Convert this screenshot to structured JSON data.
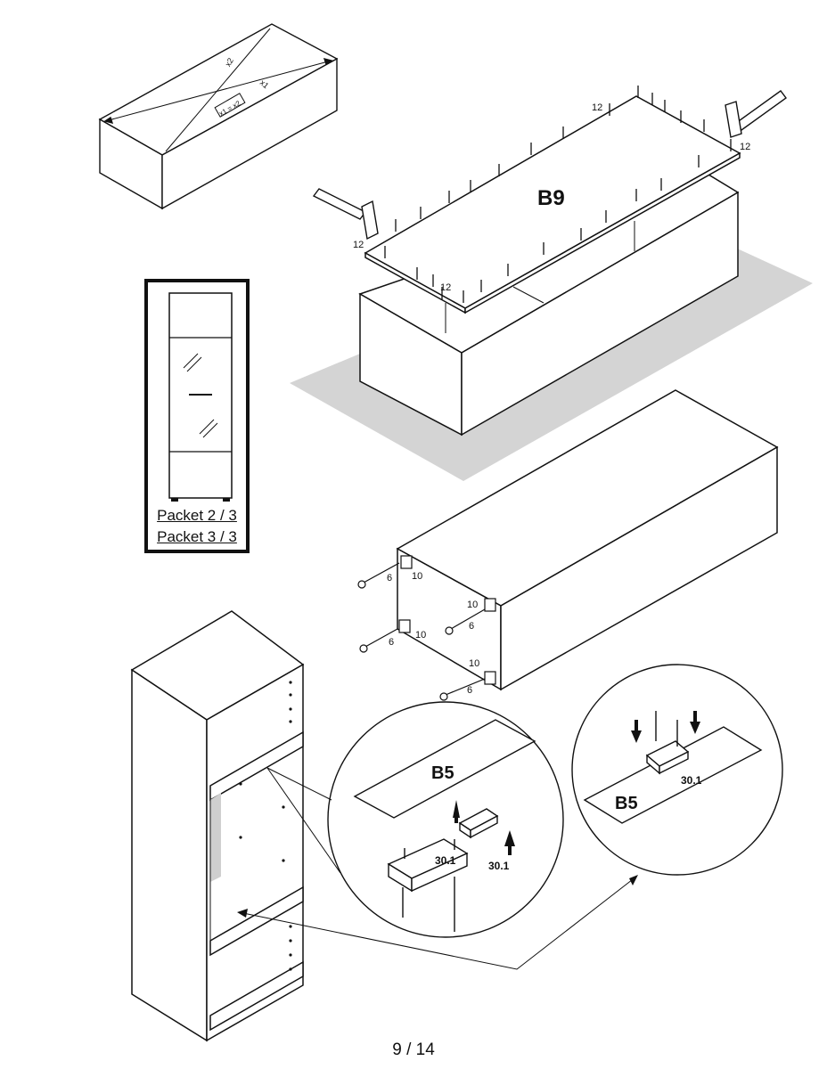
{
  "diagram_labels": {
    "diag_x2": "x2",
    "diag_x1": "x1",
    "diag_eq": "x1 = x2",
    "top_panel": "B9",
    "qty_12": "12",
    "qty_10": "10",
    "qty_6": "6",
    "shelf_detail_1": "B5",
    "shelf_detail_2": "B5",
    "part_30_1": "30.1"
  },
  "packets": [
    "Packet 2 / 3",
    "Packet 3 / 3"
  ],
  "page_number": "9 / 14",
  "colors": {
    "ink": "#111111",
    "shadow": "#d4d4d4",
    "box_fill": "#ffffff",
    "back_panel": "#cfcfcf"
  }
}
